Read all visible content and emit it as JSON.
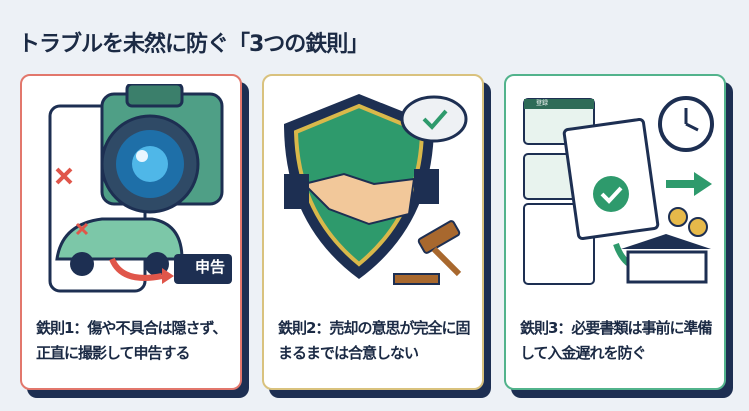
{
  "title": "トラブルを未然に防ぐ「3つの鉄則」",
  "cards": [
    {
      "rule": "鉄則1：傷や不具合は隠さず、正直に撮影して申告する",
      "badge": "申告",
      "border": "#e2776c",
      "icon": "camera-car-icon"
    },
    {
      "rule": "鉄則2：売却の意思が完全に固まるまでは合意しない",
      "border": "#d9c27e",
      "icon": "shield-handshake-icon"
    },
    {
      "rule": "鉄則3：必要書類は事前に準備して入金遅れを防ぐ",
      "tag": "登録",
      "border": "#52b38c",
      "icon": "documents-clock-bank-icon"
    }
  ]
}
